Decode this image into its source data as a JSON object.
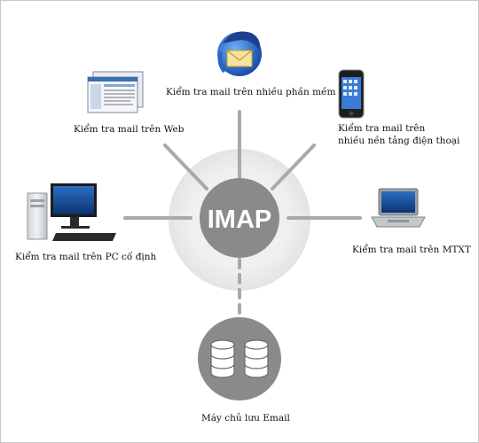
{
  "hub": {
    "label": "IMAP"
  },
  "nodes": {
    "multi_software": {
      "label": "Kiểm tra mail trên nhiều phần mềm",
      "icon": "thunderbird-icon"
    },
    "web": {
      "label": "Kiểm tra mail trên Web",
      "icon": "browser-window-icon"
    },
    "phone_line1": "Kiểm tra mail trên",
    "phone_line2": "nhiều nền tảng điện thoại",
    "phone_icon": "smartphone-icon",
    "pc": {
      "label": "Kiểm tra mail trên PC cố định",
      "icon": "desktop-pc-icon"
    },
    "laptop": {
      "label": "Kiểm tra mail trên MTXT",
      "icon": "laptop-icon"
    },
    "server": {
      "label": "Máy chủ lưu Email",
      "icon": "database-icon"
    }
  },
  "colors": {
    "hub": "#8a8a8a",
    "connector": "#a9a9a9",
    "halo": "#ededed"
  }
}
